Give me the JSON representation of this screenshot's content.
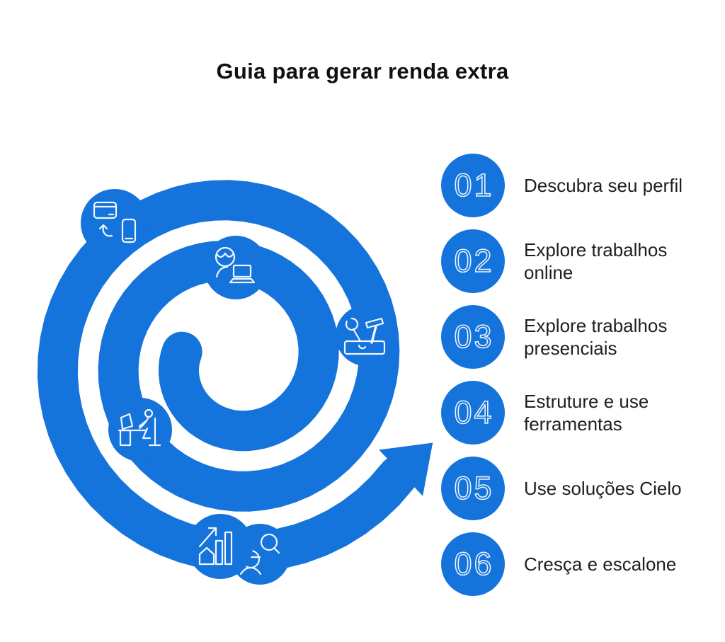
{
  "title": "Guia para gerar renda extra",
  "colors": {
    "accent": "#1573DC",
    "number_outline": "#E8F1FB",
    "title_text": "#111111",
    "body_text": "#1F1F1F",
    "icon_stroke": "#FFFFFF"
  },
  "steps": [
    {
      "number": "01",
      "label": "Descubra seu perfil"
    },
    {
      "number": "02",
      "label": "Explore trabalhos online"
    },
    {
      "number": "03",
      "label": "Explore trabalhos presenciais"
    },
    {
      "number": "04",
      "label": "Estruture e use ferramentas"
    },
    {
      "number": "05",
      "label": "Use soluções Cielo"
    },
    {
      "number": "06",
      "label": "Cresça e escalone"
    }
  ],
  "spiral": {
    "bubble_icons": [
      "card-to-phone-icon",
      "person-headset-laptop-icon",
      "tools-toolbox-icon",
      "person-search-icon",
      "person-working-desk-icon",
      "growth-chart-icon"
    ]
  }
}
